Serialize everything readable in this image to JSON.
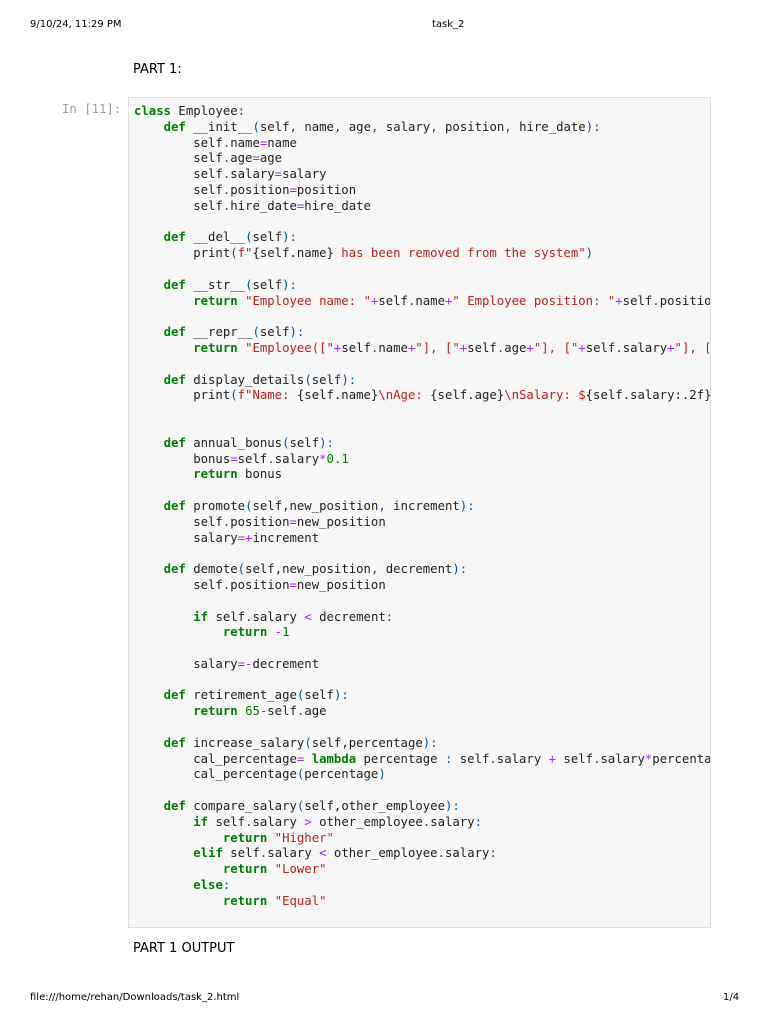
{
  "header": {
    "datetime": "9/10/24, 11:29 PM",
    "title": "task_2"
  },
  "footer": {
    "url": "file:///home/rehan/Downloads/task_2.html",
    "page": "1/4"
  },
  "notebook": {
    "heading_part1": "PART 1:",
    "heading_output": "PART 1 OUTPUT",
    "cell": {
      "prompt": "In [11]:",
      "lines": [
        [
          [
            "k",
            "class"
          ],
          [
            "t",
            " Employee"
          ],
          [
            "p",
            ":"
          ]
        ],
        [
          [
            "t",
            "    "
          ],
          [
            "k",
            "def"
          ],
          [
            "t",
            " __init__"
          ],
          [
            "p",
            "("
          ],
          [
            "t",
            "self"
          ],
          [
            "p",
            ","
          ],
          [
            "t",
            " name"
          ],
          [
            "p",
            ","
          ],
          [
            "t",
            " age"
          ],
          [
            "p",
            ","
          ],
          [
            "t",
            " salary"
          ],
          [
            "p",
            ","
          ],
          [
            "t",
            " position"
          ],
          [
            "p",
            ","
          ],
          [
            "t",
            " hire_date"
          ],
          [
            "p",
            "):"
          ]
        ],
        [
          [
            "t",
            "        self"
          ],
          [
            "p",
            "."
          ],
          [
            "t",
            "name"
          ],
          [
            "o",
            "="
          ],
          [
            "t",
            "name"
          ]
        ],
        [
          [
            "t",
            "        self"
          ],
          [
            "p",
            "."
          ],
          [
            "t",
            "age"
          ],
          [
            "o",
            "="
          ],
          [
            "t",
            "age"
          ]
        ],
        [
          [
            "t",
            "        self"
          ],
          [
            "p",
            "."
          ],
          [
            "t",
            "salary"
          ],
          [
            "o",
            "="
          ],
          [
            "t",
            "salary"
          ]
        ],
        [
          [
            "t",
            "        self"
          ],
          [
            "p",
            "."
          ],
          [
            "t",
            "position"
          ],
          [
            "o",
            "="
          ],
          [
            "t",
            "position"
          ]
        ],
        [
          [
            "t",
            "        self"
          ],
          [
            "p",
            "."
          ],
          [
            "t",
            "hire_date"
          ],
          [
            "o",
            "="
          ],
          [
            "t",
            "hire_date"
          ]
        ],
        [],
        [
          [
            "t",
            "    "
          ],
          [
            "k",
            "def"
          ],
          [
            "t",
            " __del__"
          ],
          [
            "p",
            "("
          ],
          [
            "t",
            "self"
          ],
          [
            "p",
            "):"
          ]
        ],
        [
          [
            "t",
            "        print"
          ],
          [
            "p",
            "("
          ],
          [
            "s",
            "f\""
          ],
          [
            "t",
            "{self.name}"
          ],
          [
            "s",
            " has been removed from the system\""
          ],
          [
            "p",
            ")"
          ]
        ],
        [],
        [
          [
            "t",
            "    "
          ],
          [
            "k",
            "def"
          ],
          [
            "t",
            " __str__"
          ],
          [
            "p",
            "("
          ],
          [
            "t",
            "self"
          ],
          [
            "p",
            "):"
          ]
        ],
        [
          [
            "t",
            "        "
          ],
          [
            "k",
            "return"
          ],
          [
            "t",
            " "
          ],
          [
            "s",
            "\"Employee name: \""
          ],
          [
            "o",
            "+"
          ],
          [
            "t",
            "self"
          ],
          [
            "p",
            "."
          ],
          [
            "t",
            "name"
          ],
          [
            "o",
            "+"
          ],
          [
            "s",
            "\" Employee position: \""
          ],
          [
            "o",
            "+"
          ],
          [
            "t",
            "self"
          ],
          [
            "p",
            "."
          ],
          [
            "t",
            "position"
          ]
        ],
        [],
        [
          [
            "t",
            "    "
          ],
          [
            "k",
            "def"
          ],
          [
            "t",
            " __repr__"
          ],
          [
            "p",
            "("
          ],
          [
            "t",
            "self"
          ],
          [
            "p",
            "):"
          ]
        ],
        [
          [
            "t",
            "        "
          ],
          [
            "k",
            "return"
          ],
          [
            "t",
            " "
          ],
          [
            "s",
            "\"Employee([\""
          ],
          [
            "o",
            "+"
          ],
          [
            "t",
            "self"
          ],
          [
            "p",
            "."
          ],
          [
            "t",
            "name"
          ],
          [
            "o",
            "+"
          ],
          [
            "s",
            "\"], [\""
          ],
          [
            "o",
            "+"
          ],
          [
            "t",
            "self"
          ],
          [
            "p",
            "."
          ],
          [
            "t",
            "age"
          ],
          [
            "o",
            "+"
          ],
          [
            "s",
            "\"], [\""
          ],
          [
            "o",
            "+"
          ],
          [
            "t",
            "self"
          ],
          [
            "p",
            "."
          ],
          [
            "t",
            "salary"
          ],
          [
            "o",
            "+"
          ],
          [
            "s",
            "\"], [\""
          ]
        ],
        [],
        [
          [
            "t",
            "    "
          ],
          [
            "k",
            "def"
          ],
          [
            "t",
            " display_details"
          ],
          [
            "p",
            "("
          ],
          [
            "t",
            "self"
          ],
          [
            "p",
            "):"
          ]
        ],
        [
          [
            "t",
            "        print"
          ],
          [
            "p",
            "("
          ],
          [
            "s",
            "f\"Name: "
          ],
          [
            "t",
            "{self.name}"
          ],
          [
            "s",
            "\\nAge: "
          ],
          [
            "t",
            "{self.age}"
          ],
          [
            "s",
            "\\nSalary: $"
          ],
          [
            "t",
            "{self.salary:.2f}"
          ],
          [
            "s",
            "\""
          ]
        ],
        [],
        [],
        [
          [
            "t",
            "    "
          ],
          [
            "k",
            "def"
          ],
          [
            "t",
            " annual_bonus"
          ],
          [
            "p",
            "("
          ],
          [
            "t",
            "self"
          ],
          [
            "p",
            "):"
          ]
        ],
        [
          [
            "t",
            "        bonus"
          ],
          [
            "o",
            "="
          ],
          [
            "t",
            "self"
          ],
          [
            "p",
            "."
          ],
          [
            "t",
            "salary"
          ],
          [
            "o",
            "*"
          ],
          [
            "n",
            "0.1"
          ]
        ],
        [
          [
            "t",
            "        "
          ],
          [
            "k",
            "return"
          ],
          [
            "t",
            " bonus"
          ]
        ],
        [],
        [
          [
            "t",
            "    "
          ],
          [
            "k",
            "def"
          ],
          [
            "t",
            " promote"
          ],
          [
            "p",
            "("
          ],
          [
            "t",
            "self,new_position"
          ],
          [
            "p",
            ","
          ],
          [
            "t",
            " increment"
          ],
          [
            "p",
            "):"
          ]
        ],
        [
          [
            "t",
            "        self"
          ],
          [
            "p",
            "."
          ],
          [
            "t",
            "position"
          ],
          [
            "o",
            "="
          ],
          [
            "t",
            "new_position"
          ]
        ],
        [
          [
            "t",
            "        salary"
          ],
          [
            "o",
            "=+"
          ],
          [
            "t",
            "increment"
          ]
        ],
        [],
        [
          [
            "t",
            "    "
          ],
          [
            "k",
            "def"
          ],
          [
            "t",
            " demote"
          ],
          [
            "p",
            "("
          ],
          [
            "t",
            "self,new_position"
          ],
          [
            "p",
            ","
          ],
          [
            "t",
            " decrement"
          ],
          [
            "p",
            "):"
          ]
        ],
        [
          [
            "t",
            "        self"
          ],
          [
            "p",
            "."
          ],
          [
            "t",
            "position"
          ],
          [
            "o",
            "="
          ],
          [
            "t",
            "new_position"
          ]
        ],
        [],
        [
          [
            "t",
            "        "
          ],
          [
            "k",
            "if"
          ],
          [
            "t",
            " self"
          ],
          [
            "p",
            "."
          ],
          [
            "t",
            "salary "
          ],
          [
            "o",
            "<"
          ],
          [
            "t",
            " decrement"
          ],
          [
            "p",
            ":"
          ]
        ],
        [
          [
            "t",
            "            "
          ],
          [
            "k",
            "return"
          ],
          [
            "t",
            " "
          ],
          [
            "o",
            "-"
          ],
          [
            "n",
            "1"
          ]
        ],
        [],
        [
          [
            "t",
            "        salary"
          ],
          [
            "o",
            "=-"
          ],
          [
            "t",
            "decrement"
          ]
        ],
        [],
        [
          [
            "t",
            "    "
          ],
          [
            "k",
            "def"
          ],
          [
            "t",
            " retirement_age"
          ],
          [
            "p",
            "("
          ],
          [
            "t",
            "self"
          ],
          [
            "p",
            "):"
          ]
        ],
        [
          [
            "t",
            "        "
          ],
          [
            "k",
            "return"
          ],
          [
            "t",
            " "
          ],
          [
            "n",
            "65"
          ],
          [
            "o",
            "-"
          ],
          [
            "t",
            "self"
          ],
          [
            "p",
            "."
          ],
          [
            "t",
            "age"
          ]
        ],
        [],
        [
          [
            "t",
            "    "
          ],
          [
            "k",
            "def"
          ],
          [
            "t",
            " increase_salary"
          ],
          [
            "p",
            "("
          ],
          [
            "t",
            "self,percentage"
          ],
          [
            "p",
            "):"
          ]
        ],
        [
          [
            "t",
            "        cal_percentage"
          ],
          [
            "o",
            "="
          ],
          [
            "t",
            " "
          ],
          [
            "k",
            "lambda"
          ],
          [
            "t",
            " percentage "
          ],
          [
            "p",
            ":"
          ],
          [
            "t",
            " self"
          ],
          [
            "p",
            "."
          ],
          [
            "t",
            "salary "
          ],
          [
            "o",
            "+"
          ],
          [
            "t",
            " self"
          ],
          [
            "p",
            "."
          ],
          [
            "t",
            "salary"
          ],
          [
            "o",
            "*"
          ],
          [
            "t",
            "percentage"
          ]
        ],
        [
          [
            "t",
            "        cal_percentage"
          ],
          [
            "p",
            "("
          ],
          [
            "t",
            "percentage"
          ],
          [
            "p",
            ")"
          ]
        ],
        [],
        [
          [
            "t",
            "    "
          ],
          [
            "k",
            "def"
          ],
          [
            "t",
            " compare_salary"
          ],
          [
            "p",
            "("
          ],
          [
            "t",
            "self,other_employee"
          ],
          [
            "p",
            "):"
          ]
        ],
        [
          [
            "t",
            "        "
          ],
          [
            "k",
            "if"
          ],
          [
            "t",
            " self"
          ],
          [
            "p",
            "."
          ],
          [
            "t",
            "salary "
          ],
          [
            "o",
            ">"
          ],
          [
            "t",
            " other_employee"
          ],
          [
            "p",
            "."
          ],
          [
            "t",
            "salary"
          ],
          [
            "p",
            ":"
          ]
        ],
        [
          [
            "t",
            "            "
          ],
          [
            "k",
            "return"
          ],
          [
            "t",
            " "
          ],
          [
            "s",
            "\"Higher\""
          ]
        ],
        [
          [
            "t",
            "        "
          ],
          [
            "k",
            "elif"
          ],
          [
            "t",
            " self"
          ],
          [
            "p",
            "."
          ],
          [
            "t",
            "salary "
          ],
          [
            "o",
            "<"
          ],
          [
            "t",
            " other_employee"
          ],
          [
            "p",
            "."
          ],
          [
            "t",
            "salary"
          ],
          [
            "p",
            ":"
          ]
        ],
        [
          [
            "t",
            "            "
          ],
          [
            "k",
            "return"
          ],
          [
            "t",
            " "
          ],
          [
            "s",
            "\"Lower\""
          ]
        ],
        [
          [
            "t",
            "        "
          ],
          [
            "k",
            "else"
          ],
          [
            "p",
            ":"
          ]
        ],
        [
          [
            "t",
            "            "
          ],
          [
            "k",
            "return"
          ],
          [
            "t",
            " "
          ],
          [
            "s",
            "\"Equal\""
          ]
        ]
      ]
    }
  }
}
